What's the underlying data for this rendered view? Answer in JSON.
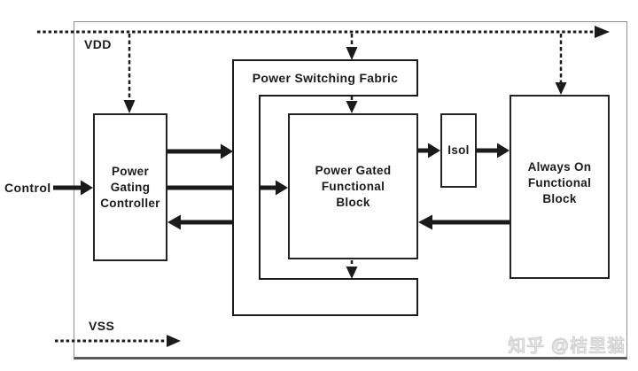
{
  "diagram": {
    "rails": {
      "vdd": "VDD",
      "vss": "VSS",
      "control": "Control"
    },
    "fabric": {
      "label": "Power Switching Fabric"
    },
    "controller": {
      "lines": [
        "Power",
        "Gating",
        "Controller"
      ]
    },
    "pgfb": {
      "lines": [
        "Power Gated",
        "Functional",
        "Block"
      ]
    },
    "isol": {
      "label": "Isol"
    },
    "always_on": {
      "lines": [
        "Always On",
        "Functional",
        "Block"
      ]
    },
    "watermark": "知乎 @桔里猫",
    "colors": {
      "wire": "#1b1b1b",
      "box_border": "#232323",
      "frame_border": "#8f8f8f",
      "watermark": "#cdcdcd"
    }
  }
}
